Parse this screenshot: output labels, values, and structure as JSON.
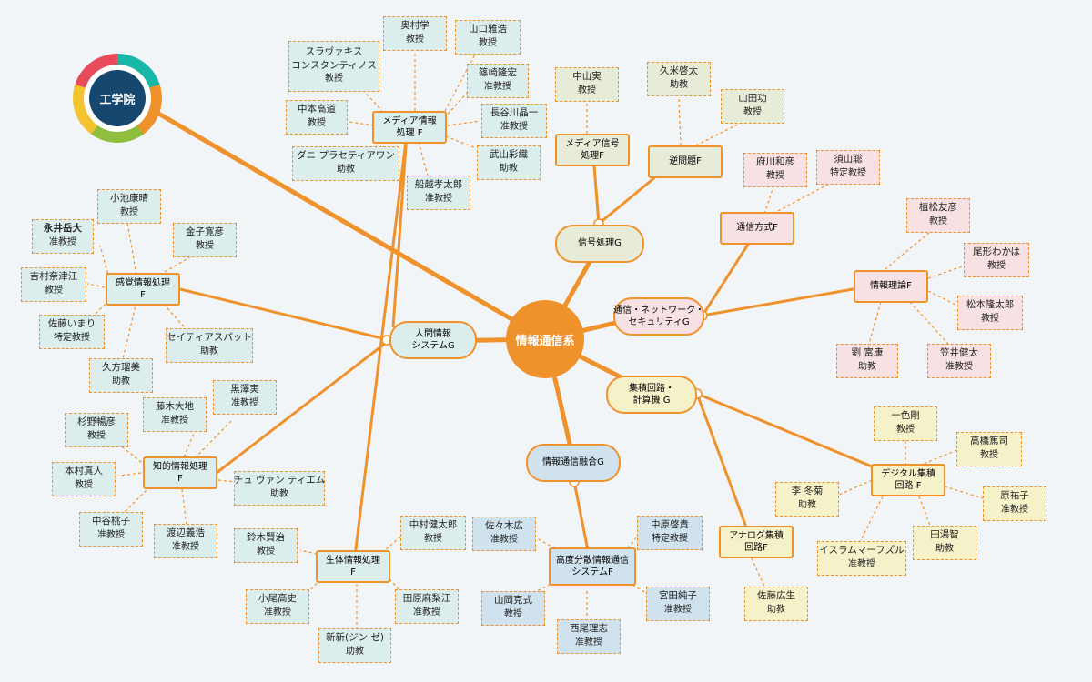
{
  "logo": {
    "label": "工学院"
  },
  "center": {
    "label": "情報通信系"
  },
  "hubs": {
    "jinkan": [
      "人間情報",
      "システムG"
    ],
    "shingo": [
      "信号処理G"
    ],
    "tsushin": [
      "通信・ネットワーク・",
      "セキュリティG"
    ],
    "shuseki": [
      "集積回路・",
      "計算機 G"
    ],
    "yugo": [
      "情報通信融合G"
    ]
  },
  "groups": {
    "media": [
      "メディア情報",
      "処理 F"
    ],
    "kankaku": [
      "感覚情報処理",
      "F"
    ],
    "chiteki": [
      "知的情報処理",
      "F"
    ],
    "seitai": [
      "生体情報処理",
      "F"
    ],
    "media_signal": [
      "メディア信号",
      "処理F"
    ],
    "gyaku": [
      "逆問題F"
    ],
    "tsushin_hoshiki": [
      "通信方式F"
    ],
    "joho_riron": [
      "情報理論F"
    ],
    "digital": [
      "デジタル集積",
      "回路 F"
    ],
    "analog": [
      "アナログ集積",
      "回路F"
    ],
    "kodo": [
      "高度分散情報通信",
      "システムF"
    ]
  },
  "people": {
    "okumura": {
      "name": "奥村学",
      "title": "教授"
    },
    "yamaguchi": {
      "name": "山口雅浩",
      "title": "教授"
    },
    "slavakis": {
      "name": "スラヴァキス\nコンスタンティノス",
      "title": "教授"
    },
    "shinozaki": {
      "name": "篠崎隆宏",
      "title": "准教授"
    },
    "nakamoto": {
      "name": "中本高道",
      "title": "教授"
    },
    "hasegawa": {
      "name": "長谷川晶一",
      "title": "准教授"
    },
    "dani": {
      "name": "ダニ プラセティアワン",
      "title": "助教"
    },
    "takeyama": {
      "name": "武山彩織",
      "title": "助教"
    },
    "funakoshi": {
      "name": "船越孝太郎",
      "title": "准教授"
    },
    "koike": {
      "name": "小池康晴",
      "title": "教授"
    },
    "nagai": {
      "name": "永井岳大",
      "title": "准教授"
    },
    "kaneko": {
      "name": "金子寛彦",
      "title": "教授"
    },
    "yoshimura": {
      "name": "吉村奈津江",
      "title": "教授"
    },
    "sato_imari": {
      "name": "佐藤いまり",
      "title": "特定教授"
    },
    "seitiya": {
      "name": "セイティアスパット",
      "title": "助教"
    },
    "kukata": {
      "name": "久方瑠美",
      "title": "助教"
    },
    "kurosawa": {
      "name": "黒澤実",
      "title": "准教授"
    },
    "fujiki": {
      "name": "藤木大地",
      "title": "准教授"
    },
    "sugino": {
      "name": "杉野暢彦",
      "title": "教授"
    },
    "motomura": {
      "name": "本村真人",
      "title": "教授"
    },
    "chu": {
      "name": "チュ ヴァン ティエム",
      "title": "助教"
    },
    "nakaya": {
      "name": "中谷桃子",
      "title": "准教授"
    },
    "watanabe": {
      "name": "渡辺義浩",
      "title": "准教授"
    },
    "suzuki": {
      "name": "鈴木賢治",
      "title": "教授"
    },
    "nakamura_k": {
      "name": "中村健太郎",
      "title": "教授"
    },
    "oyama": {
      "name": "小尾高史",
      "title": "准教授"
    },
    "tahara": {
      "name": "田原麻梨江",
      "title": "准教授"
    },
    "niiza": {
      "name": "新新(ジン ゼ)",
      "title": "助教"
    },
    "nakayama": {
      "name": "中山実",
      "title": "教授"
    },
    "kume": {
      "name": "久米啓太",
      "title": "助教"
    },
    "yamada": {
      "name": "山田功",
      "title": "教授"
    },
    "fuchikawa": {
      "name": "府川和彦",
      "title": "教授"
    },
    "suyama": {
      "name": "須山聡",
      "title": "特定教授"
    },
    "uematsu": {
      "name": "植松友彦",
      "title": "教授"
    },
    "ogata": {
      "name": "尾形わかは",
      "title": "教授"
    },
    "matsumoto": {
      "name": "松本隆太郎",
      "title": "教授"
    },
    "ryu": {
      "name": "劉 富康",
      "title": "助教"
    },
    "kasai": {
      "name": "笠井健太",
      "title": "准教授"
    },
    "ichiiro": {
      "name": "一色剛",
      "title": "教授"
    },
    "takahashi": {
      "name": "高橋篤司",
      "title": "教授"
    },
    "lee": {
      "name": "李 冬菊",
      "title": "助教"
    },
    "hara": {
      "name": "原祐子",
      "title": "准教授"
    },
    "islam": {
      "name": "イスラムマーフズル",
      "title": "准教授"
    },
    "tada": {
      "name": "田湯智",
      "title": "助教"
    },
    "sato_h": {
      "name": "佐藤広生",
      "title": "助教"
    },
    "sasaki": {
      "name": "佐々木広",
      "title": "准教授"
    },
    "nakahara": {
      "name": "中原啓貴",
      "title": "特定教授"
    },
    "yamaoka": {
      "name": "山岡克式",
      "title": "教授"
    },
    "miyata": {
      "name": "宮田純子",
      "title": "准教授"
    },
    "nishio": {
      "name": "西尾理志",
      "title": "准教授"
    }
  },
  "colors": {
    "wire": "#f0922b",
    "media_fill": "#dbeeed",
    "signal_fill": "#e7ecd8",
    "comm_fill": "#f7e1e3",
    "circuit_fill": "#f5f1c8",
    "fusion_fill": "#cfe2ee",
    "logo_ring": [
      "#19b7a8",
      "#f0922b",
      "#8fbe3e",
      "#f4c430",
      "#e94a5a"
    ]
  }
}
